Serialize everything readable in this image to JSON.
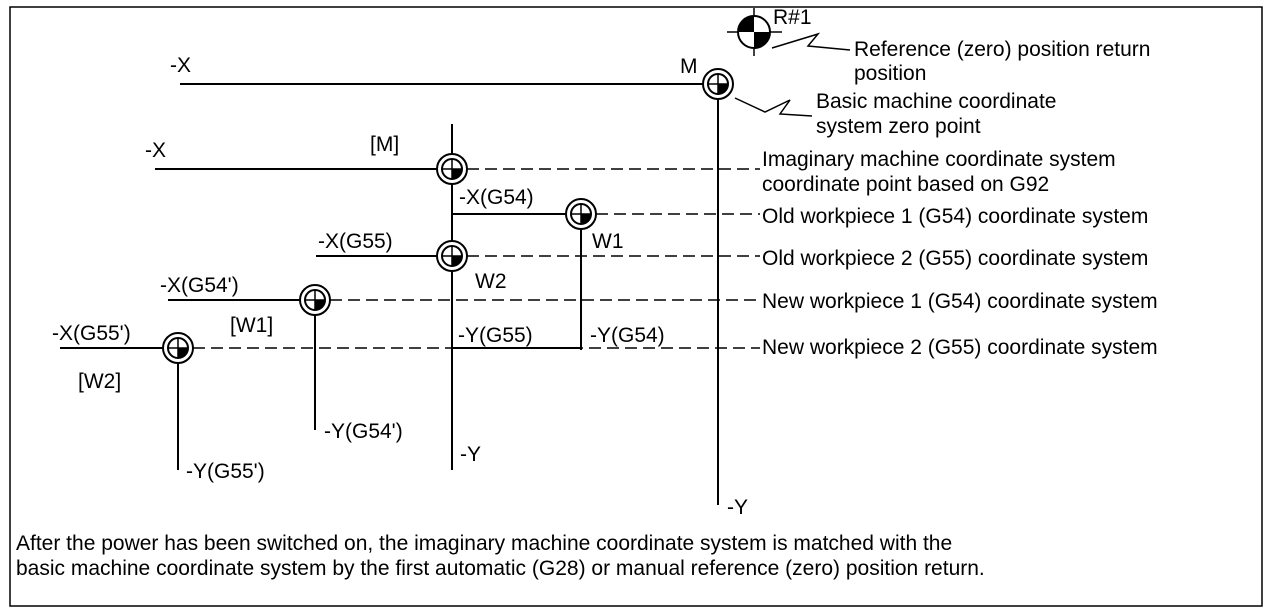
{
  "axes": {
    "basic_x": "-X",
    "basic_y": "-Y",
    "imag_x": "-X",
    "imag_y": "-Y",
    "old_g54_x": "-X(G54)",
    "old_g54_y": "-Y(G54)",
    "old_g55_x": "-X(G55)",
    "old_g55_y": "-Y(G55)",
    "new_g54_x": "-X(G54')",
    "new_g54_y": "-Y(G54')",
    "new_g55_x": "-X(G55')",
    "new_g55_y": "-Y(G55')"
  },
  "points": {
    "reference": "R#1",
    "machine_zero": "M",
    "imaginary_machine": "[M]",
    "w1": "W1",
    "w2": "W2",
    "new_w1": "[W1]",
    "new_w2": "[W2]"
  },
  "annotations": {
    "reference_line1": "Reference (zero) position return",
    "reference_line2": "position",
    "basic_line1": "Basic machine coordinate",
    "basic_line2": "system zero point",
    "imaginary_line1": "Imaginary machine coordinate system",
    "imaginary_line2": "coordinate point based on G92",
    "old_w1": "Old workpiece 1 (G54) coordinate system",
    "old_w2": "Old workpiece 2 (G55) coordinate system",
    "new_w1": "New workpiece 1 (G54) coordinate system",
    "new_w2": "New workpiece 2 (G55) coordinate system"
  },
  "caption": {
    "line1": "After the power has been switched on, the imaginary machine coordinate system is matched with the",
    "line2": "basic machine coordinate system by the first automatic (G28) or manual reference (zero) position return."
  }
}
